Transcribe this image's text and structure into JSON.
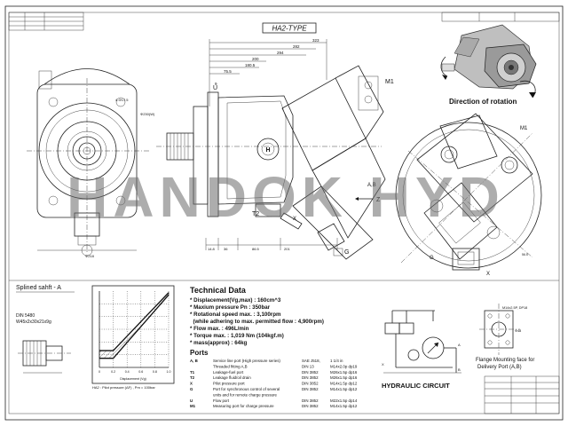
{
  "drawing": {
    "type_title": "HA2-TYPE",
    "watermark": "HANDOK HYD"
  },
  "dimensions": {
    "top": [
      "323",
      "282",
      "294",
      "200",
      "180.5",
      "75.5",
      "9",
      "4-Φ17.5",
      "Φ230(W)"
    ],
    "ports": [
      "U",
      "M1",
      "G",
      "T2",
      "Z",
      "A,B",
      "X"
    ],
    "bottom": [
      "14.8",
      "36",
      "86.5",
      "201"
    ]
  },
  "labels": {
    "rotation": "Direction of rotation",
    "splined_title": "Splined sahft - A",
    "din": "DIN 5480",
    "spline_spec": "W45x2x30x21x9g",
    "graph_caption": "HA2 : Pilot pressure (ΔF) , Pm = 100bar",
    "hydraulic": "HYDRAULIC CIRCUIT",
    "flange_line1": "Flange Mounting face for",
    "flange_line2": "Delivery Port (A,B)",
    "flange_dim1": "M14x2.5P, DP18",
    "flange_dim2": "Φ48"
  },
  "technical": {
    "title": "Technical Data",
    "lines": [
      "* Displacement(Vg,max) : 160cm^3",
      "* Maxium pressure Pn : 350bar",
      "* Rotational speed max. : 3,100rpm",
      "  (while adhering to max. permitted flow : 4,900rpm)",
      "* Flow max. : 496L/min",
      "* Torque max. : 1,019 Nm (104kgf.m)",
      "* mass(approx) : 64kg"
    ]
  },
  "ports": {
    "title": "Ports",
    "rows": [
      {
        "code": "A, B",
        "desc": "Service line port (High pressure series)",
        "std": "SAE J518,",
        "size": "1 1/4 in"
      },
      {
        "code": "",
        "desc": "Threaded fitting A,B",
        "std": "DIN 13",
        "size": "M14x2.0p dp19"
      },
      {
        "code": "T1",
        "desc": "Leakage-fuel port",
        "std": "DIN 3852",
        "size": "M26x1.5p dp16"
      },
      {
        "code": "T2",
        "desc": "Leakage fluid/oil drain",
        "std": "DIN 3852",
        "size": "M26x1.5p dp16"
      },
      {
        "code": "X",
        "desc": "Pilot pressure port",
        "std": "DIN 3852",
        "size": "M14x1.5p dp12"
      },
      {
        "code": "G",
        "desc": "Port for synchronous control of several",
        "std": "DIN 3852",
        "size": "M14x1.5p dp12"
      },
      {
        "code": "",
        "desc": "units and for remote charge pressure",
        "std": "",
        "size": ""
      },
      {
        "code": "U",
        "desc": "Flow port",
        "std": "DIN 3852",
        "size": "M22x1.5p dp14"
      },
      {
        "code": "M1",
        "desc": "Measuring port for charge pressure",
        "std": "DIN 3852",
        "size": "M14x1.5p dp12"
      }
    ]
  },
  "chart_data": {
    "type": "line",
    "caption": "HA2 : Pilot pressure (ΔF) , Pm = 100bar",
    "xlabel": "Displacement (Vg)",
    "ylabel": "",
    "xticks": [
      "0",
      "0.2",
      "0.4",
      "0.6",
      "0.8",
      "1.0"
    ],
    "yticks": [],
    "x": [
      0,
      0.2,
      1.0
    ],
    "series": [
      {
        "values": [
          0.12,
          0.12,
          0.95
        ]
      }
    ],
    "band_upper": [
      0.22,
      0.22,
      0.98
    ],
    "xlim": [
      0,
      1.0
    ],
    "ylim": [
      0,
      1.0
    ]
  }
}
